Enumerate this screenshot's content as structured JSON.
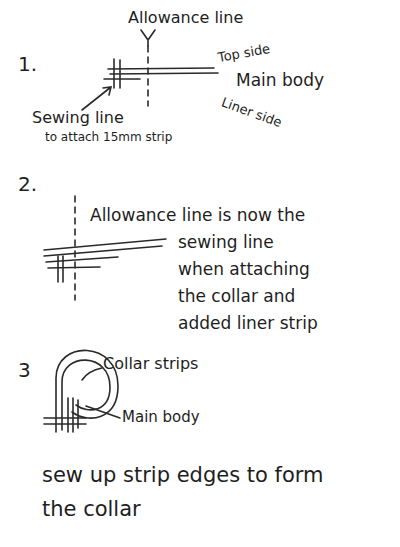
{
  "diagram": {
    "labels": [
      "1.",
      "Allowance line",
      "Top side",
      "Main body",
      "Liner side",
      "Sewing line",
      "to attach 15mm strip",
      "2.",
      "Allowance line is now the sewing line when attaching the collar and added liner strip",
      "3",
      "Collar strips",
      "Main body",
      "sew up strip edges to form the collar"
    ]
  }
}
